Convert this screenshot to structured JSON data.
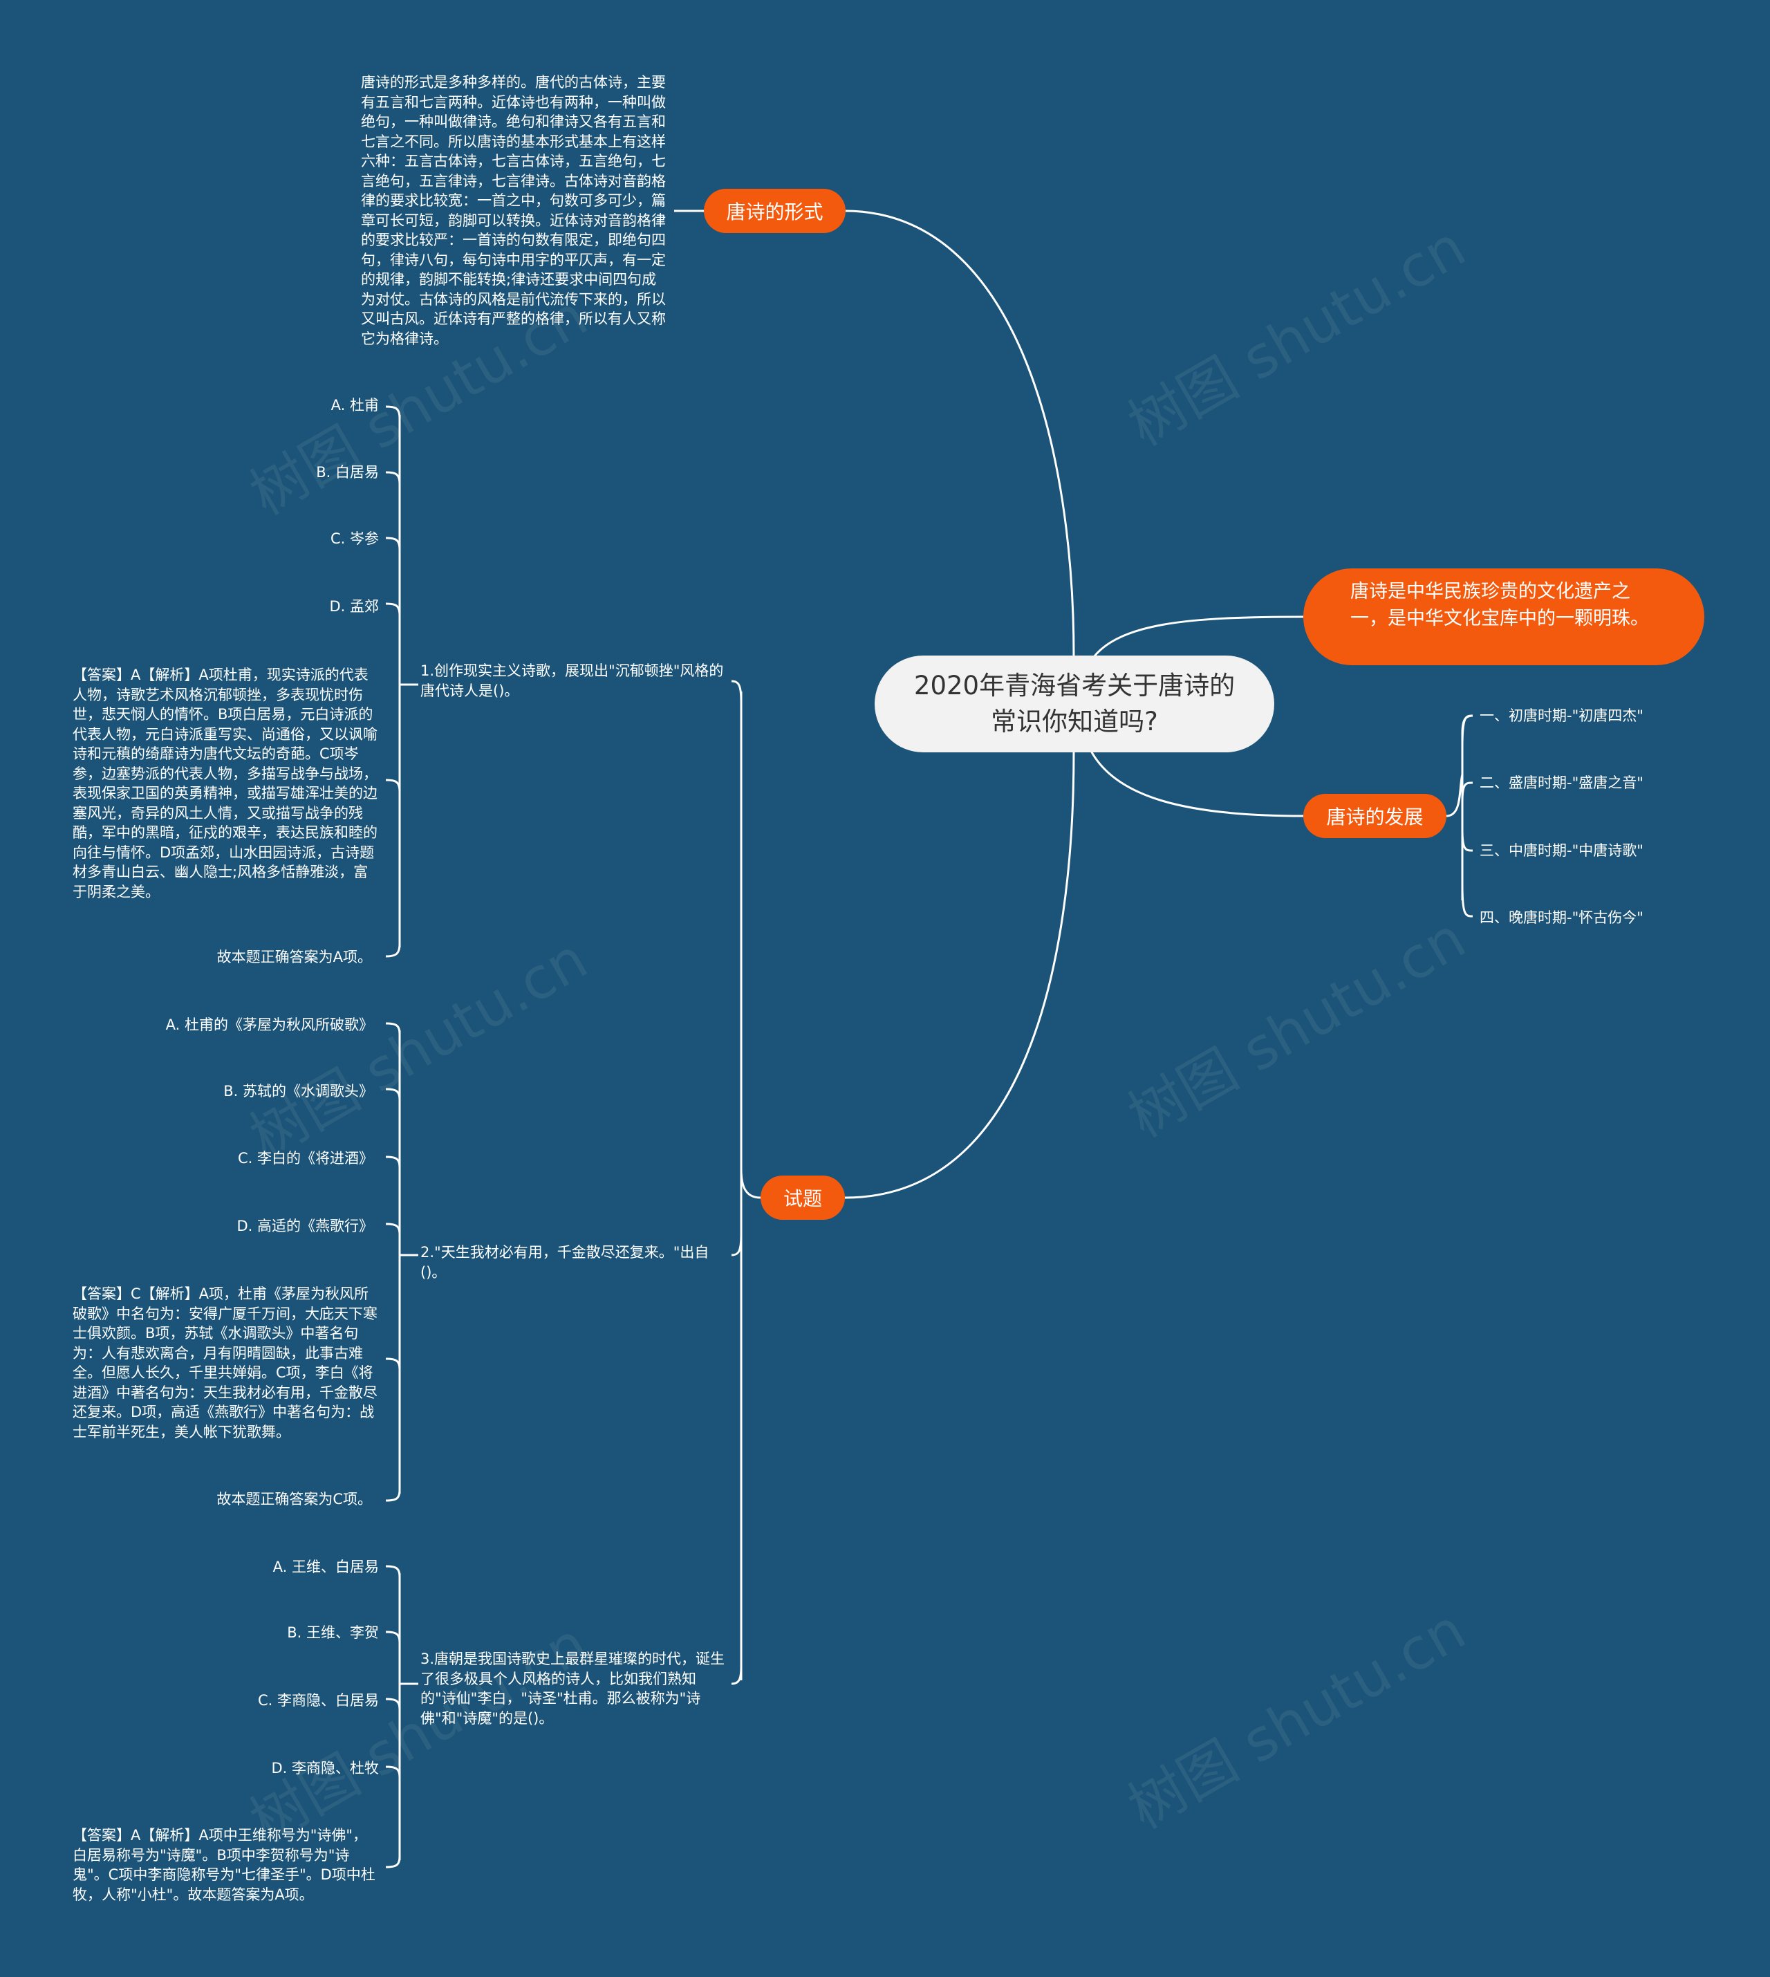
{
  "root": {
    "title": "2020年青海省考关于唐诗的常识你知道吗?"
  },
  "branches": {
    "form": {
      "label": "唐诗的形式",
      "text": "唐诗的形式是多种多样的。唐代的古体诗，主要有五言和七言两种。近体诗也有两种，一种叫做绝句，一种叫做律诗。绝句和律诗又各有五言和七言之不同。所以唐诗的基本形式基本上有这样六种：五言古体诗，七言古体诗，五言绝句，七言绝句，五言律诗，七言律诗。古体诗对音韵格律的要求比较宽：一首之中，句数可多可少，篇章可长可短，韵脚可以转换。近体诗对音韵格律的要求比较严：一首诗的句数有限定，即绝句四句，律诗八句，每句诗中用字的平仄声，有一定的规律，韵脚不能转换;律诗还要求中间四句成为对仗。古体诗的风格是前代流传下来的，所以又叫古风。近体诗有严整的格律，所以有人又称它为格律诗。"
    },
    "heritage": {
      "label": "唐诗是中华民族珍贵的文化遗产之一，是中华文化宝库中的一颗明珠。"
    },
    "development": {
      "label": "唐诗的发展",
      "items": [
        "一、初唐时期-\"初唐四杰\"",
        "二、盛唐时期-\"盛唐之音\"",
        "三、中唐时期-\"中唐诗歌\"",
        "四、晚唐时期-\"怀古伤今\""
      ]
    },
    "quiz": {
      "label": "试题",
      "questions": [
        {
          "text": "1.创作现实主义诗歌，展现出\"沉郁顿挫\"风格的唐代诗人是()。",
          "options": [
            "A. 杜甫",
            "B. 白居易",
            "C. 岑参",
            "D. 孟郊"
          ],
          "answer": "【答案】A【解析】A项杜甫，现实诗派的代表人物，诗歌艺术风格沉郁顿挫，多表现忧时伤世，悲天悯人的情怀。B项白居易，元白诗派的代表人物，元白诗派重写实、尚通俗，又以讽喻诗和元稹的绮靡诗为唐代文坛的奇葩。C项岑参，边塞势派的代表人物，多描写战争与战场，表现保家卫国的英勇精神，或描写雄浑壮美的边塞风光，奇异的风土人情，又或描写战争的残酷，军中的黑暗，征戍的艰辛，表达民族和睦的向往与情怀。D项孟郊，山水田园诗派，古诗题材多青山白云、幽人隐士;风格多恬静雅淡，富于阴柔之美。",
          "conclusion": "故本题正确答案为A项。"
        },
        {
          "text": "2.\"天生我材必有用，千金散尽还复来。\"出自()。",
          "options": [
            "A. 杜甫的《茅屋为秋风所破歌》",
            "B. 苏轼的《水调歌头》",
            "C. 李白的《将进酒》",
            "D. 高适的《燕歌行》"
          ],
          "answer": "【答案】C【解析】A项，杜甫《茅屋为秋风所破歌》中名句为：安得广厦千万间，大庇天下寒士俱欢颜。B项，苏轼《水调歌头》中著名句为：人有悲欢离合，月有阴晴圆缺，此事古难全。但愿人长久，千里共婵娟。C项，李白《将进酒》中著名句为：天生我材必有用，千金散尽还复来。D项，高适《燕歌行》中著名句为：战士军前半死生，美人帐下犹歌舞。",
          "conclusion": "故本题正确答案为C项。"
        },
        {
          "text": "3.唐朝是我国诗歌史上最群星璀璨的时代，诞生了很多极具个人风格的诗人，比如我们熟知的\"诗仙\"李白，\"诗圣\"杜甫。那么被称为\"诗佛\"和\"诗魔\"的是()。",
          "options": [
            "A. 王维、白居易",
            "B. 王维、李贺",
            "C. 李商隐、白居易",
            "D. 李商隐、杜牧"
          ],
          "answer": "【答案】A【解析】A项中王维称号为\"诗佛\"，白居易称号为\"诗魔\"。B项中李贺称号为\"诗鬼\"。C项中李商隐称号为\"七律圣手\"。D项中杜牧，人称\"小杜\"。故本题答案为A项。"
        }
      ]
    }
  },
  "watermark": "树图 shutu.cn",
  "colors": {
    "background": "#1b5478",
    "accent": "#f45a0e",
    "root_fill": "#f2f2f2",
    "line": "#ffffff"
  }
}
